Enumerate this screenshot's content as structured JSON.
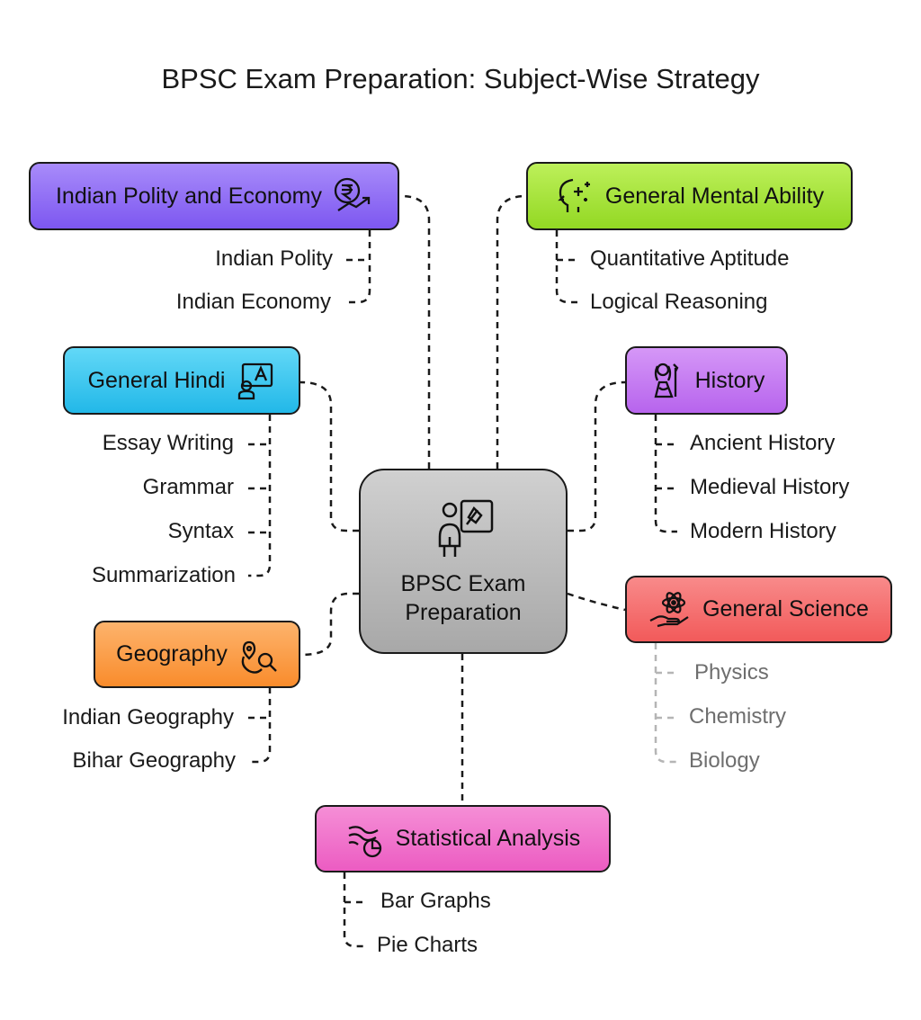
{
  "title": "BPSC Exam Preparation: Subject-Wise Strategy",
  "center": {
    "line1": "BPSC Exam",
    "line2": "Preparation",
    "icon": "teacher-presentation-icon"
  },
  "nodes": {
    "polity": {
      "label": "Indian Polity and Economy",
      "color": "#8f6cf4",
      "icon": "rupee-growth-icon",
      "subtopics": [
        "Indian Polity",
        "Indian Economy"
      ]
    },
    "mental": {
      "label": "General Mental Ability",
      "color": "#a6e63a",
      "icon": "head-sparkle-icon",
      "subtopics": [
        "Quantitative Aptitude",
        "Logical Reasoning"
      ]
    },
    "hindi": {
      "label": "General Hindi",
      "color": "#3cc8f0",
      "icon": "language-board-icon",
      "subtopics": [
        "Essay Writing",
        "Grammar",
        "Syntax",
        "Summarization"
      ]
    },
    "history": {
      "label": "History",
      "color": "#c67cf2",
      "icon": "historical-figure-icon",
      "subtopics": [
        "Ancient History",
        "Medieval History",
        "Modern History"
      ]
    },
    "geography": {
      "label": "Geography",
      "color": "#fb9c48",
      "icon": "globe-search-icon",
      "subtopics": [
        "Indian Geography",
        "Bihar Geography"
      ]
    },
    "science": {
      "label": "General Science",
      "color": "#f56a6a",
      "icon": "atom-hand-icon",
      "subtopics": [
        "Physics",
        "Chemistry",
        "Biology"
      ]
    },
    "stats": {
      "label": "Statistical Analysis",
      "color": "#f072cc",
      "icon": "wind-chart-icon",
      "subtopics": [
        "Bar Graphs",
        "Pie Charts"
      ]
    }
  }
}
